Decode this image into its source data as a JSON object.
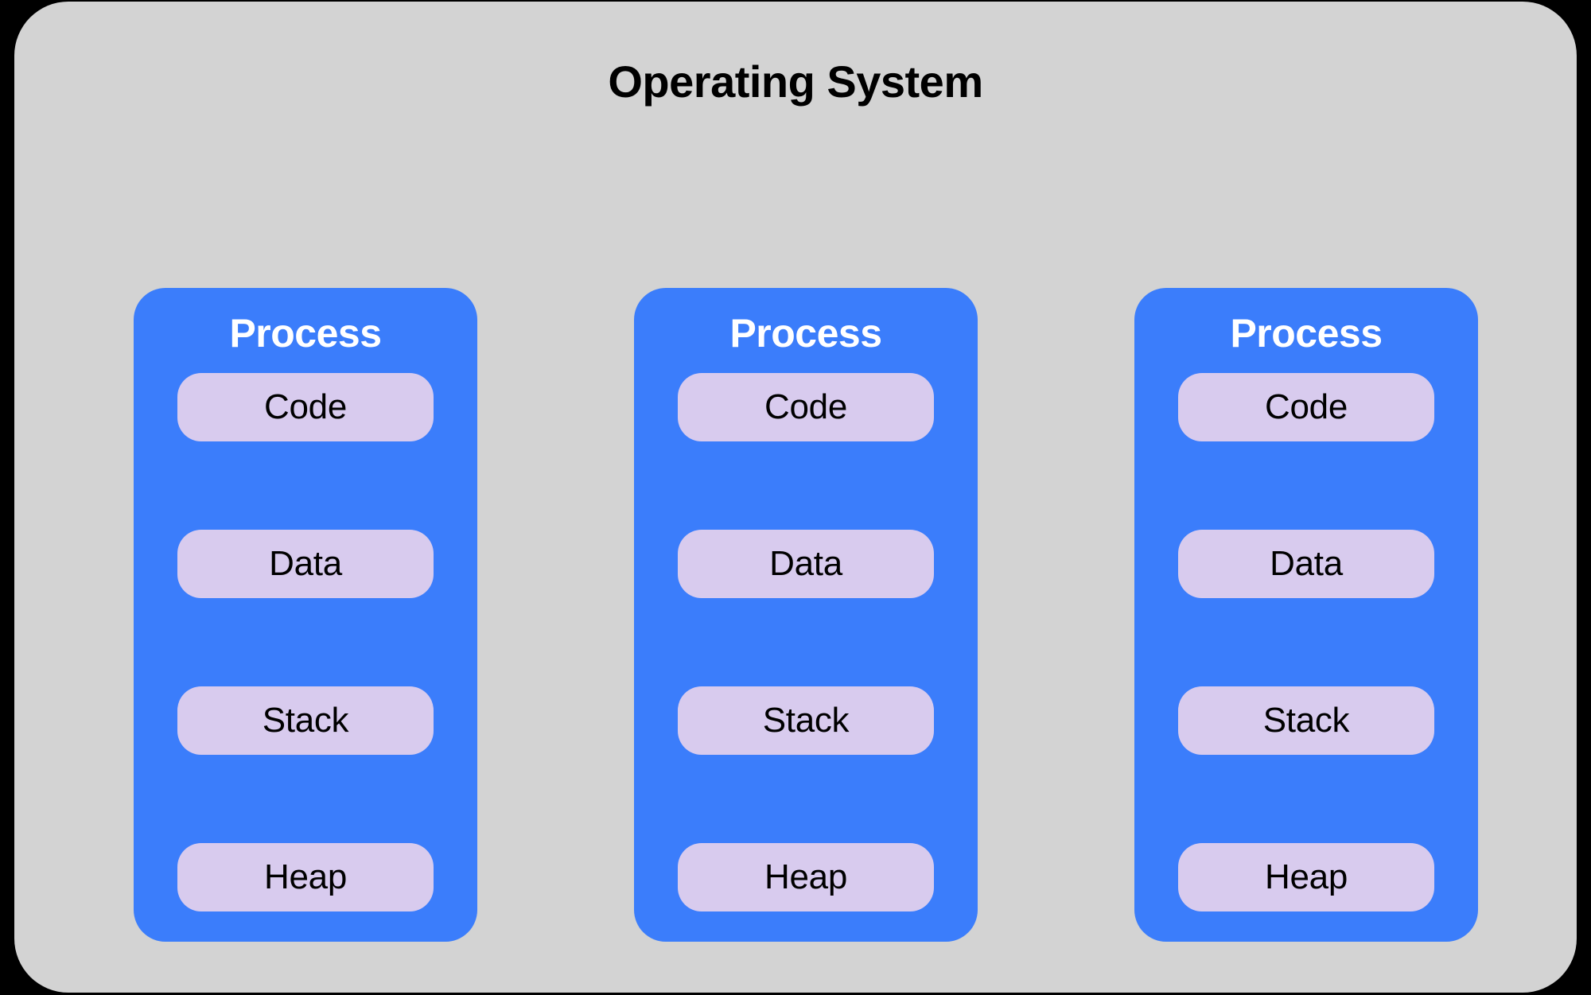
{
  "diagram": {
    "type": "block-diagram",
    "title": "Operating System",
    "background_color": "#d3d3d3",
    "page_color": "#000000",
    "process_color": "#3b7dfb",
    "segment_color": "#d8cbee",
    "title_color": "#000000",
    "process_label_color": "#ffffff",
    "segment_label_color": "#000000",
    "processes": [
      {
        "label": "Process",
        "segments": [
          {
            "label": "Code"
          },
          {
            "label": "Data"
          },
          {
            "label": "Stack"
          },
          {
            "label": "Heap"
          }
        ]
      },
      {
        "label": "Process",
        "segments": [
          {
            "label": "Code"
          },
          {
            "label": "Data"
          },
          {
            "label": "Stack"
          },
          {
            "label": "Heap"
          }
        ]
      },
      {
        "label": "Process",
        "segments": [
          {
            "label": "Code"
          },
          {
            "label": "Data"
          },
          {
            "label": "Stack"
          },
          {
            "label": "Heap"
          }
        ]
      }
    ]
  }
}
